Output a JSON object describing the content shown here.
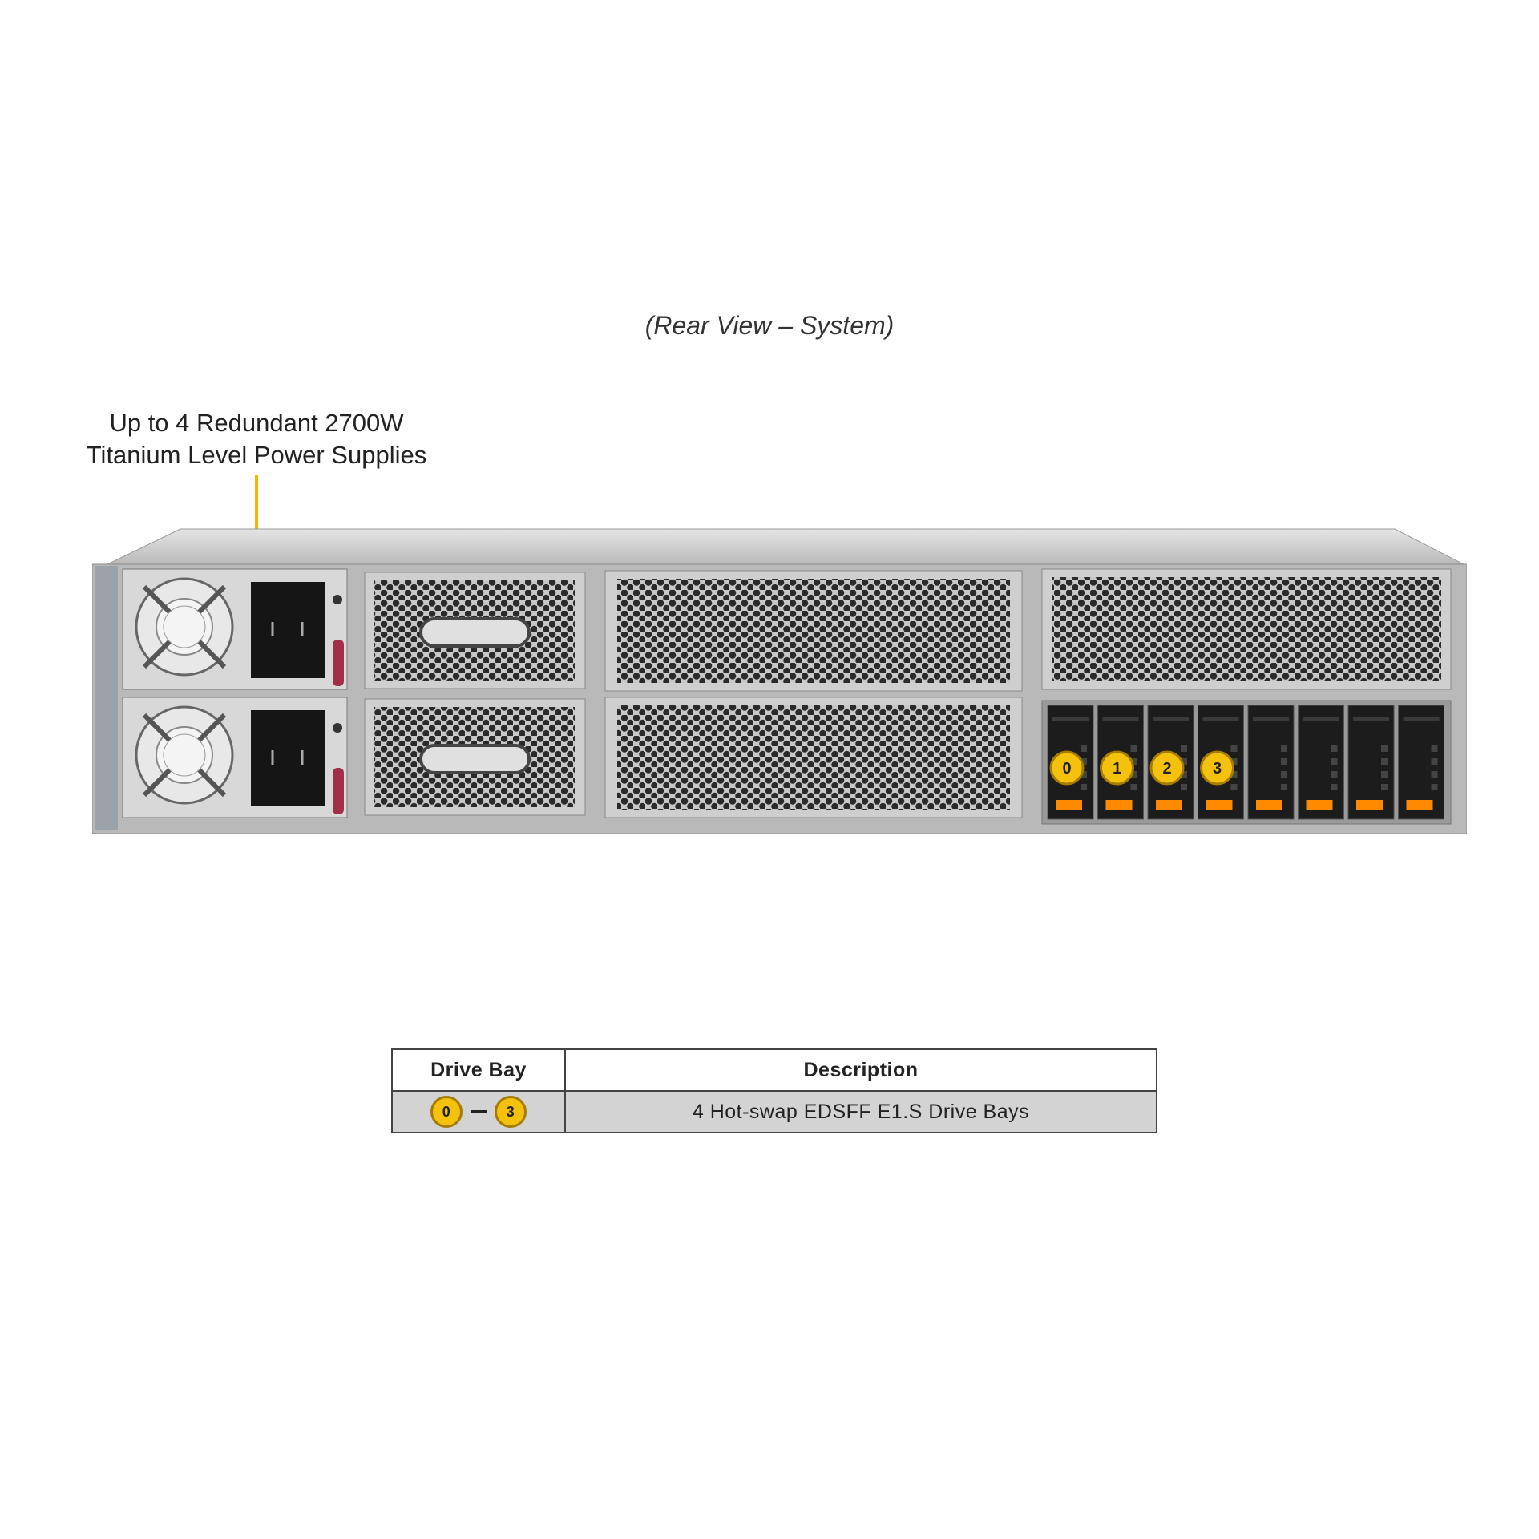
{
  "caption": "(Rear View – System)",
  "psu_label": {
    "line1": "Up to 4 Redundant 2700W",
    "line2": "Titanium Level Power Supplies"
  },
  "drive_badges": [
    "0",
    "1",
    "2",
    "3"
  ],
  "table": {
    "headers": [
      "Drive Bay",
      "Description"
    ],
    "row": {
      "range_start": "0",
      "range_end": "3",
      "description": "4 Hot-swap EDSFF E1.S Drive Bays"
    }
  },
  "colors": {
    "accent": "#f4c20d",
    "callout": "#f1b800",
    "drive_latch": "#ff8a00",
    "psu_handle": "#a0304a"
  }
}
